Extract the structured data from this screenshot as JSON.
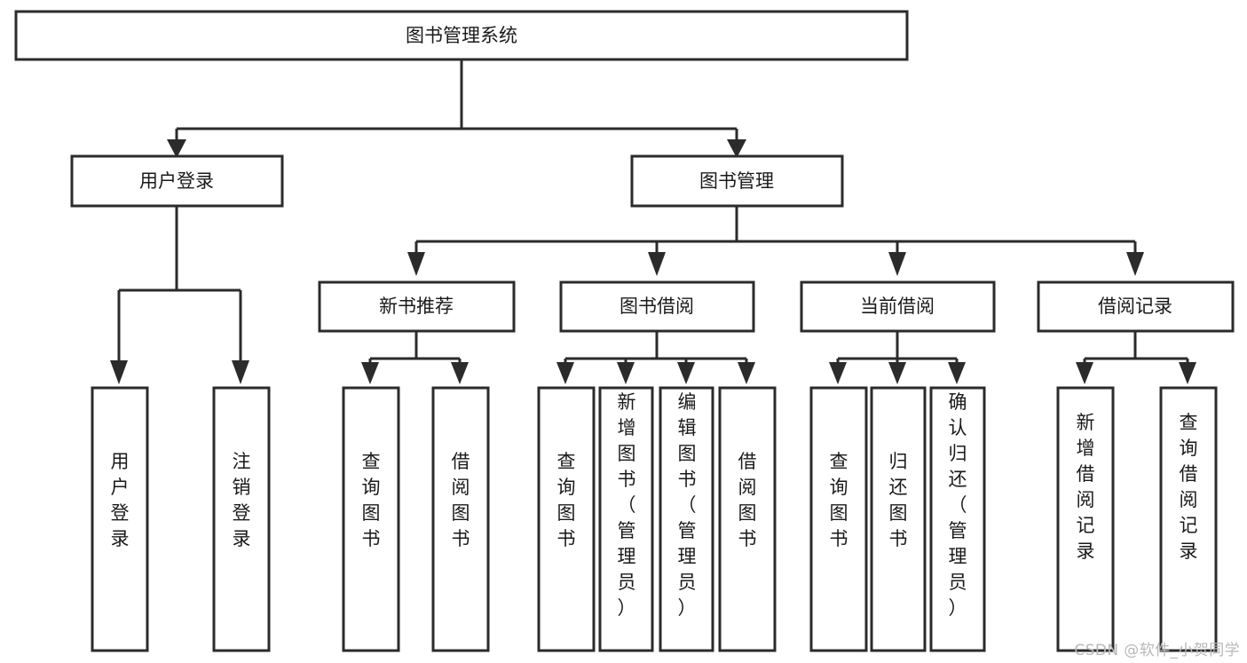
{
  "diagram": {
    "kind": "functional-structure-tree",
    "title": "图书管理系统",
    "watermark": "CSDN @软件_小贺同学",
    "colors": {
      "stroke": "#2b2b2b",
      "box_fill": "#ffffff",
      "text": "#1a1a1a",
      "background": "#ffffff",
      "watermark": "#b8b8b8"
    },
    "levels": {
      "root": "图书管理系统",
      "level2": [
        "用户登录",
        "图书管理"
      ],
      "level3": [
        "新书推荐",
        "图书借阅",
        "当前借阅",
        "借阅记录"
      ]
    },
    "nodes": {
      "root": {
        "label": "图书管理系统",
        "orientation": "horizontal"
      },
      "user_login": {
        "label": "用户登录",
        "orientation": "horizontal"
      },
      "book_manage": {
        "label": "图书管理",
        "orientation": "horizontal"
      },
      "new_book_rec": {
        "label": "新书推荐",
        "orientation": "horizontal"
      },
      "book_borrow": {
        "label": "图书借阅",
        "orientation": "horizontal"
      },
      "current_borrow": {
        "label": "当前借阅",
        "orientation": "horizontal"
      },
      "borrow_record": {
        "label": "借阅记录",
        "orientation": "horizontal"
      },
      "leaf_user_login": {
        "label": "用户登录",
        "orientation": "vertical"
      },
      "leaf_logout": {
        "label": "注销登录",
        "orientation": "vertical"
      },
      "leaf_query_book_1": {
        "label": "查询图书",
        "orientation": "vertical"
      },
      "leaf_borrow_book_1": {
        "label": "借阅图书",
        "orientation": "vertical"
      },
      "leaf_query_book_2": {
        "label": "查询图书",
        "orientation": "vertical"
      },
      "leaf_add_book": {
        "label": "新增图书（管理员）",
        "orientation": "vertical"
      },
      "leaf_edit_book": {
        "label": "编辑图书（管理员）",
        "orientation": "vertical"
      },
      "leaf_borrow_book_2": {
        "label": "借阅图书",
        "orientation": "vertical"
      },
      "leaf_query_book_3": {
        "label": "查询图书",
        "orientation": "vertical"
      },
      "leaf_return_book": {
        "label": "归还图书",
        "orientation": "vertical"
      },
      "leaf_confirm_return": {
        "label": "确认归还（管理员）",
        "orientation": "vertical"
      },
      "leaf_add_record": {
        "label": "新增借阅记录",
        "orientation": "vertical"
      },
      "leaf_query_record": {
        "label": "查询借阅记录",
        "orientation": "vertical"
      }
    },
    "groups": [
      {
        "parent": "用户登录",
        "children": [
          "用户登录",
          "注销登录"
        ]
      },
      {
        "parent": "新书推荐",
        "children": [
          "查询图书",
          "借阅图书"
        ]
      },
      {
        "parent": "图书借阅",
        "children": [
          "查询图书",
          "新增图书（管理员）",
          "编辑图书（管理员）",
          "借阅图书"
        ]
      },
      {
        "parent": "当前借阅",
        "children": [
          "查询图书",
          "归还图书",
          "确认归还（管理员）"
        ]
      },
      {
        "parent": "借阅记录",
        "children": [
          "新增借阅记录",
          "查询借阅记录"
        ]
      }
    ]
  }
}
